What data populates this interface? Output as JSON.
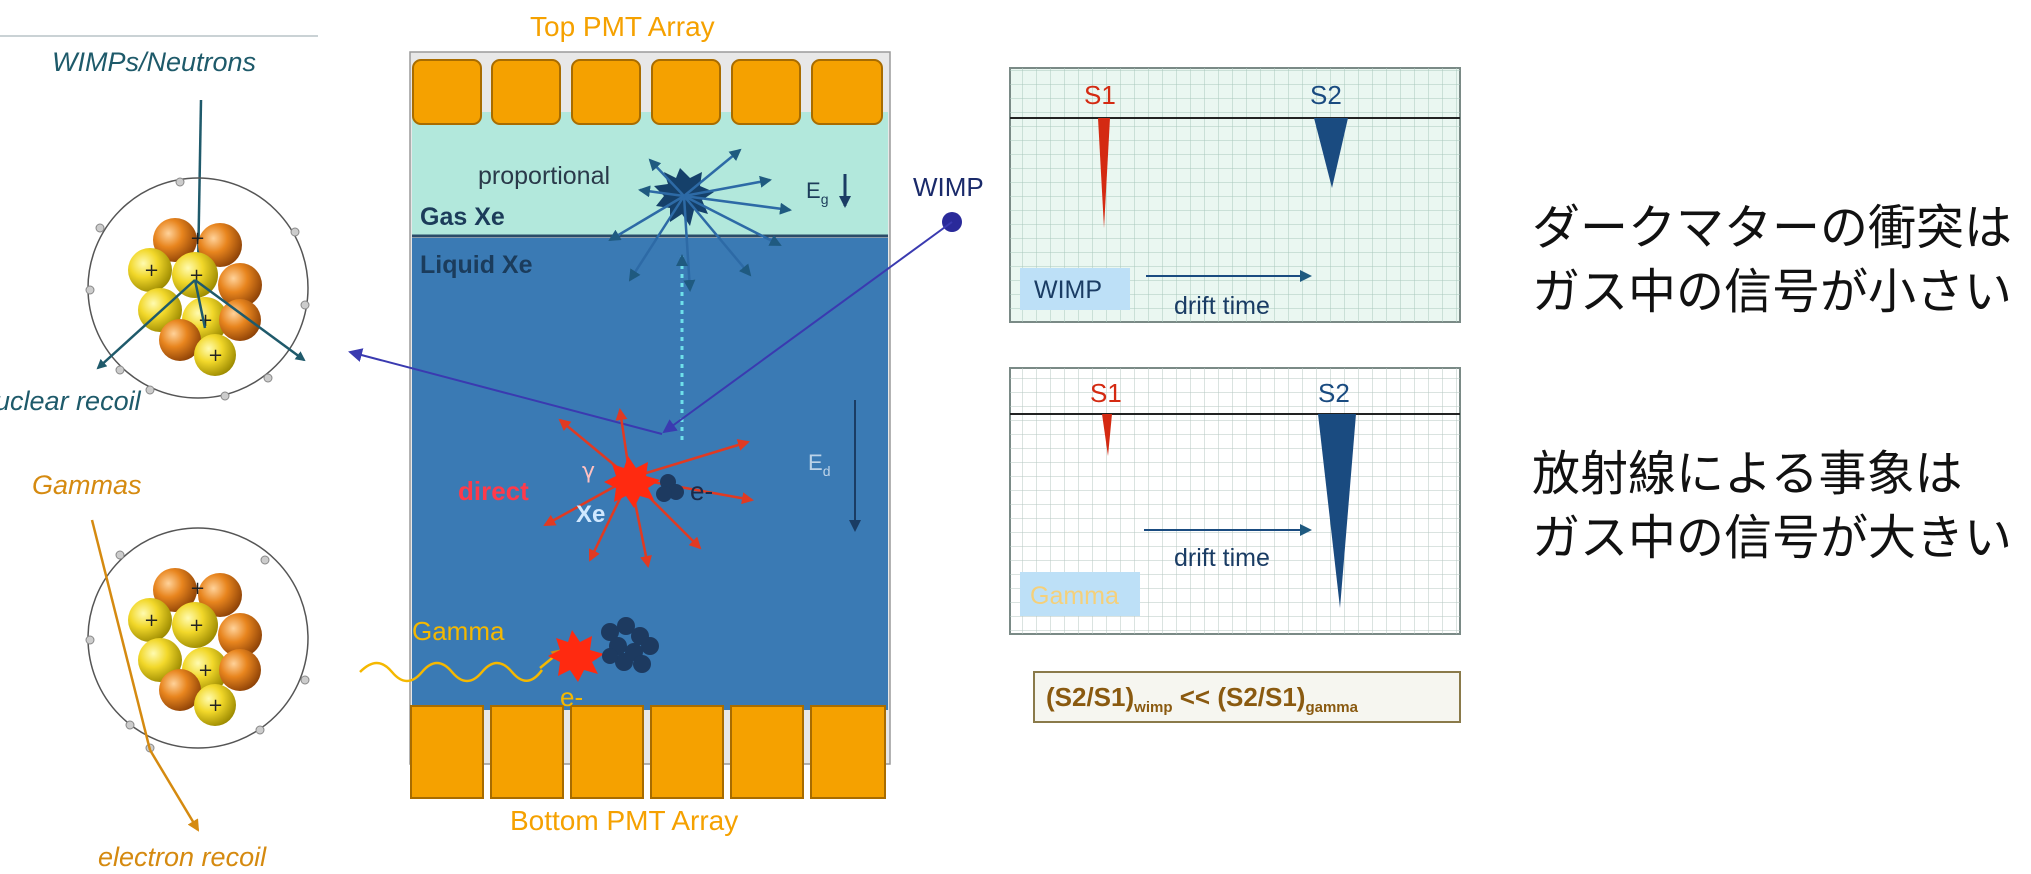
{
  "left_panel": {
    "wimps_neutrons_label": "WIMPs/Neutrons",
    "nuclear_recoil_label": "nuclear recoil",
    "gammas_label": "Gammas",
    "electron_recoil_label": "electron recoil"
  },
  "detector": {
    "top_array_label": "Top PMT Array",
    "bottom_array_label": "Bottom PMT Array",
    "proportional_label": "proportional",
    "gas_label": "Gas Xe",
    "liquid_label": "Liquid Xe",
    "eg_label": "E",
    "eg_sub": "g",
    "ed_label": "E",
    "ed_sub": "d",
    "direct_label": "direct",
    "gamma_symbol": "γ",
    "xe_label": "Xe",
    "electron_label": "e-",
    "gamma_label": "Gamma",
    "gamma_electron_label": "e-",
    "wimp_label": "WIMP"
  },
  "wimp_waveform": {
    "s1_label": "S1",
    "s2_label": "S2",
    "tag": "WIMP",
    "drift_label": "drift time"
  },
  "gamma_waveform": {
    "s1_label": "S1",
    "s2_label": "S2",
    "tag": "Gamma",
    "drift_label": "drift time"
  },
  "ratio": {
    "text_a": "(S2/S1)",
    "sub_a": "wimp",
    "text_mid": " << (S2/S1)",
    "sub_b": "gamma"
  },
  "notes": {
    "wimp_line1": "ダークマターの衝突は",
    "wimp_line2": "ガス中の信号が小さい",
    "gamma_line1": "放射線による事象は",
    "gamma_line2": "ガス中の信号が大きい"
  },
  "colors": {
    "orange": "#f5a100",
    "liquid": "#3a7ab4",
    "gas": "#b2e8dc",
    "wave_bg": "#eaf7f1",
    "s1_red": "#d42a12",
    "s2_blue": "#1a4b80",
    "teal_label": "#1e5a6a",
    "amber_label": "#d58a10"
  }
}
